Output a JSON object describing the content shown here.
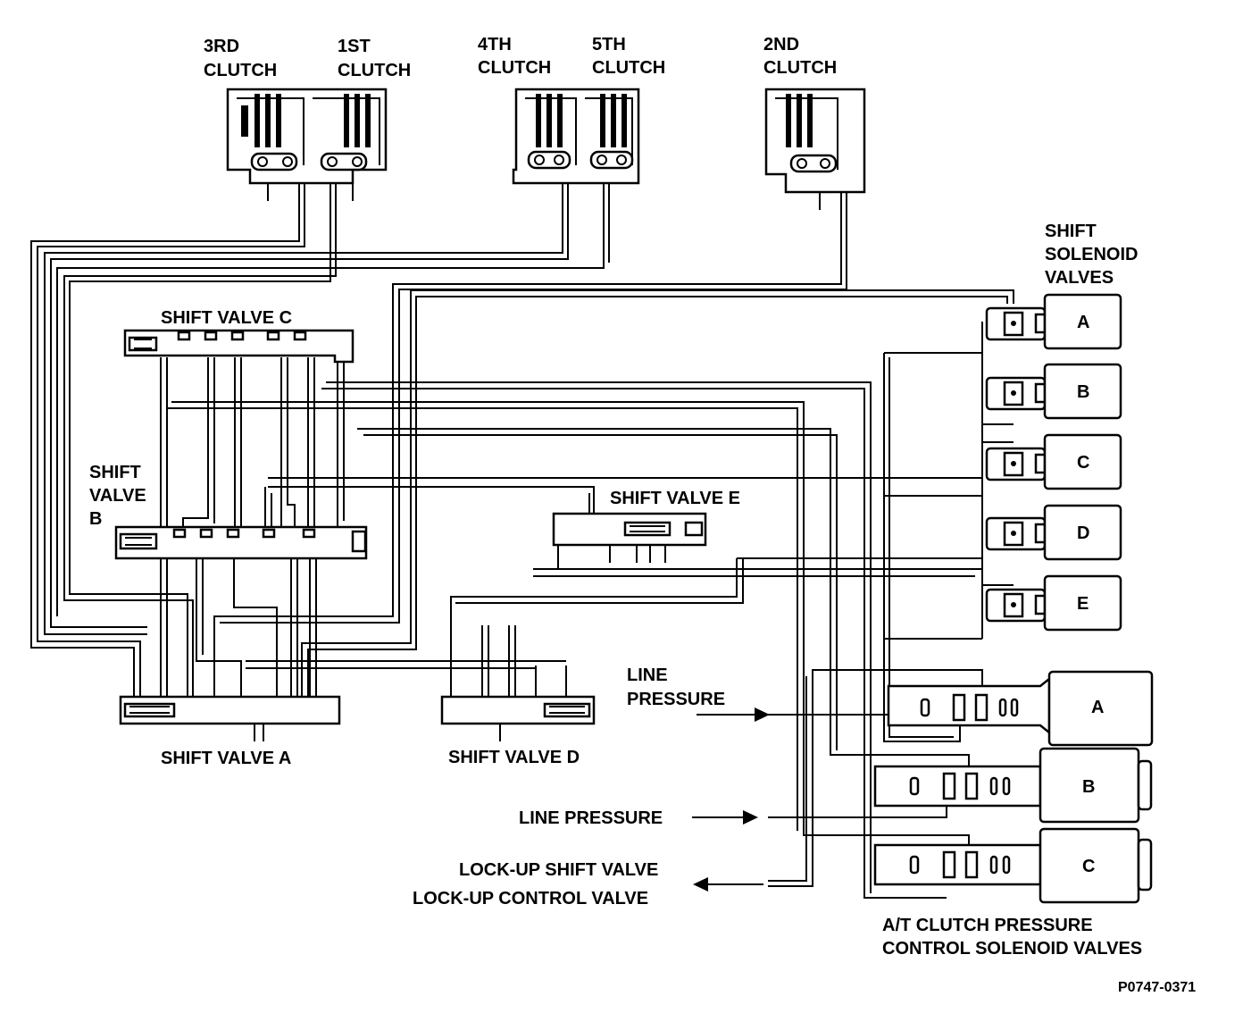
{
  "clutches": [
    {
      "line1": "3RD",
      "line2": "CLUTCH"
    },
    {
      "line1": "1ST",
      "line2": "CLUTCH"
    },
    {
      "line1": "4TH",
      "line2": "CLUTCH"
    },
    {
      "line1": "5TH",
      "line2": "CLUTCH"
    },
    {
      "line1": "2ND",
      "line2": "CLUTCH"
    }
  ],
  "shift_solenoids": {
    "title": [
      "SHIFT",
      "SOLENOID",
      "VALVES"
    ],
    "items": [
      "A",
      "B",
      "C",
      "D",
      "E"
    ]
  },
  "shift_valves": {
    "a": "SHIFT VALVE A",
    "b": [
      "SHIFT",
      "VALVE",
      "B"
    ],
    "c": "SHIFT VALVE C",
    "d": "SHIFT VALVE D",
    "e": "SHIFT VALVE E"
  },
  "pressure_solenoids": {
    "items": [
      "A",
      "B",
      "C"
    ],
    "title": [
      "A/T CLUTCH PRESSURE",
      "CONTROL SOLENOID VALVES"
    ]
  },
  "line_pressure_1": [
    "LINE",
    "PRESSURE"
  ],
  "line_pressure_2": "LINE PRESSURE",
  "lockup": [
    "LOCK-UP SHIFT VALVE",
    "LOCK-UP CONTROL VALVE"
  ],
  "figure_id": "P0747-0371"
}
